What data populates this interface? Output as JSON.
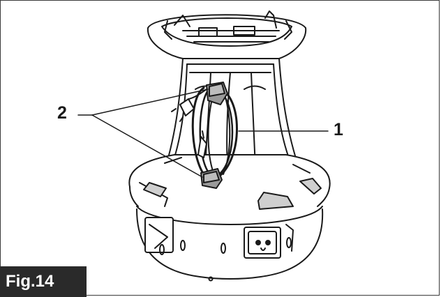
{
  "figure": {
    "label": "Fig.14",
    "callouts": {
      "part1": "1",
      "part2": "2"
    }
  },
  "colors": {
    "line": "#1a1a1a",
    "shade": "#9a9a9a",
    "label_bg": "#2a2a2a"
  }
}
